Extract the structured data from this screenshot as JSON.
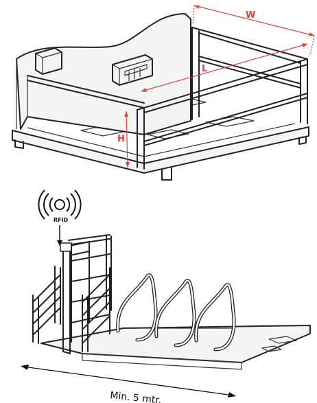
{
  "dimensions": {
    "width_label": "W",
    "length_label": "L",
    "height_label": "H"
  },
  "rfid": {
    "label": "RFID"
  },
  "min_length": {
    "label": "Min. 5 mtr."
  },
  "colors": {
    "dimension": "#d9453e",
    "line": "#222222"
  },
  "icons": [
    "rfid-antenna-icon"
  ]
}
